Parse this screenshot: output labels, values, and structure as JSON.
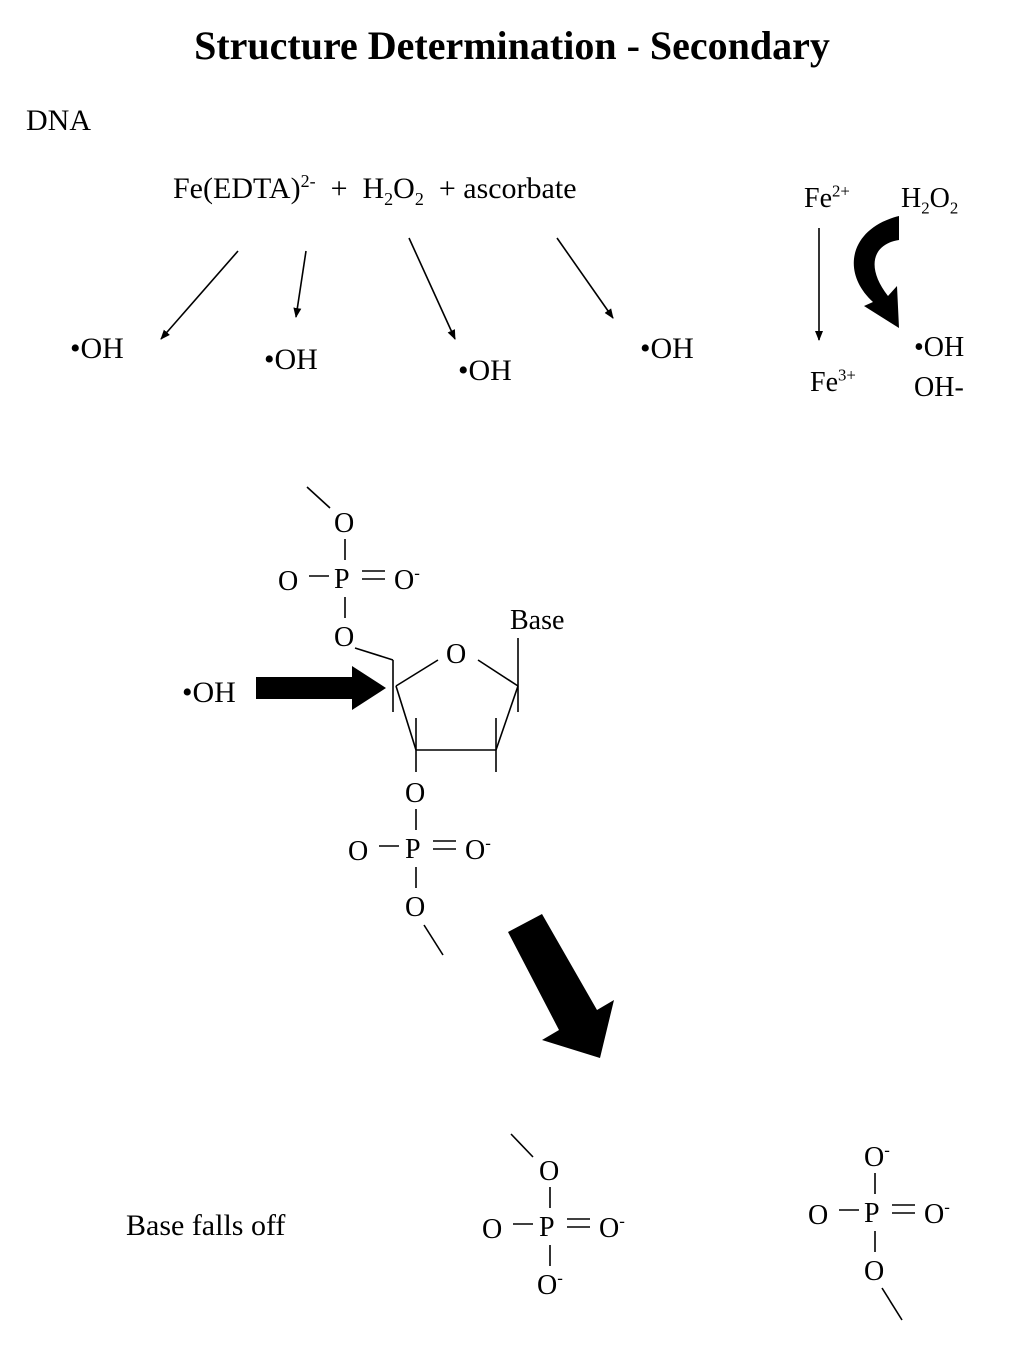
{
  "title": "Structure Determination - Secondary",
  "subject": "DNA",
  "reaction": {
    "fe": "Fe(EDTA)",
    "fe_charge": "2-",
    "plus1": "+",
    "h": "H",
    "two": "2",
    "o": "O",
    "plus2": "+ ascorbate"
  },
  "radical": "•OH",
  "cycle": {
    "fe2_base": "Fe",
    "fe2_charge": "2+",
    "fe3_base": "Fe",
    "fe3_charge": "3+",
    "h": "H",
    "two": "2",
    "o": "O",
    "oh_radical": "•OH",
    "hydroxide": "OH-"
  },
  "molecule": {
    "oxygen": "O",
    "phosphorus": "P",
    "minus": "-",
    "base": "Base"
  },
  "result": {
    "base_falls_off": "Base falls off"
  }
}
